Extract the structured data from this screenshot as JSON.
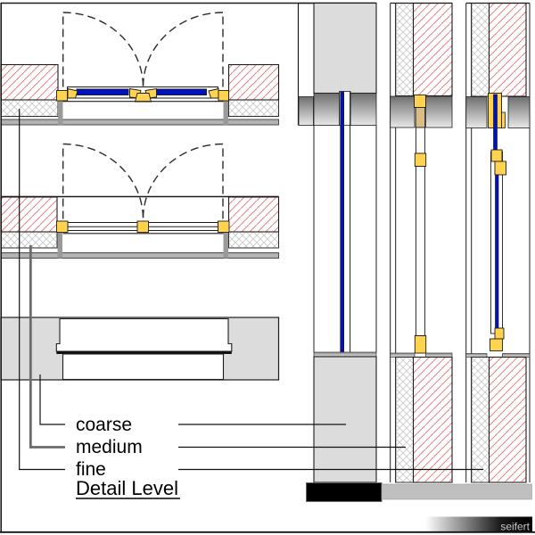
{
  "legend": {
    "title": "Detail Level",
    "items": [
      {
        "id": "coarse",
        "label": "coarse"
      },
      {
        "id": "medium",
        "label": "medium"
      },
      {
        "id": "fine",
        "label": "fine"
      }
    ]
  },
  "watermark": "seifert",
  "colors": {
    "masonry_hatch_red": "#e08383",
    "insulation_hatch_gray": "#c9c9c9",
    "frame_yellow": "#ffd24f",
    "frame_tan": "#d9bd85",
    "glass_blue": "#0011c4",
    "wall_gray": "#dcdcdc",
    "plaster_gray": "#b3b3b3"
  }
}
